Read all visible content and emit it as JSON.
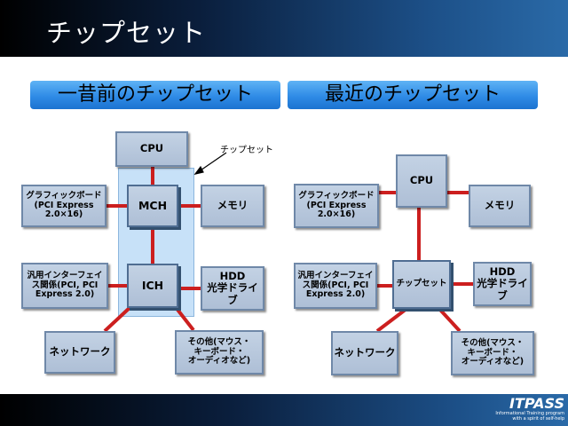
{
  "slide_title": "チップセット",
  "old_header": "一昔前のチップセット",
  "new_header": "最近のチップセット",
  "chipset_label": "チップセット",
  "old": {
    "cpu": "CPU",
    "mch": "MCH",
    "ich": "ICH",
    "graphics": "グラフィックボード\n(PCI Express\n2.0×16)",
    "memory": "メモリ",
    "bus": "汎用インターフェイ\nス関係(PCI, PCI\nExpress 2.0)",
    "hdd": "HDD\n光学ドライブ",
    "network": "ネットワーク",
    "other": "その他(マウス・\nキーボード・\nオーディオなど)"
  },
  "new": {
    "cpu": "CPU",
    "chipset": "チップセット",
    "graphics": "グラフィックボード\n(PCI Express\n2.0×16)",
    "memory": "メモリ",
    "bus": "汎用インターフェイ\nス関係(PCI, PCI\nExpress 2.0)",
    "hdd": "HDD\n光学ドライブ",
    "network": "ネットワーク",
    "other": "その他(マウス・\nキーボード・\nオーディオなど)"
  },
  "logo": {
    "main": "ITPASS",
    "sub1": "Informational Training program",
    "sub2": "with a spirit of self-help"
  },
  "colors": {
    "connector": "#cc1f1f",
    "box_fill": "#b8c8dc",
    "header_blue": "#2f8be6",
    "chipset_region": "#b4d7f5"
  }
}
